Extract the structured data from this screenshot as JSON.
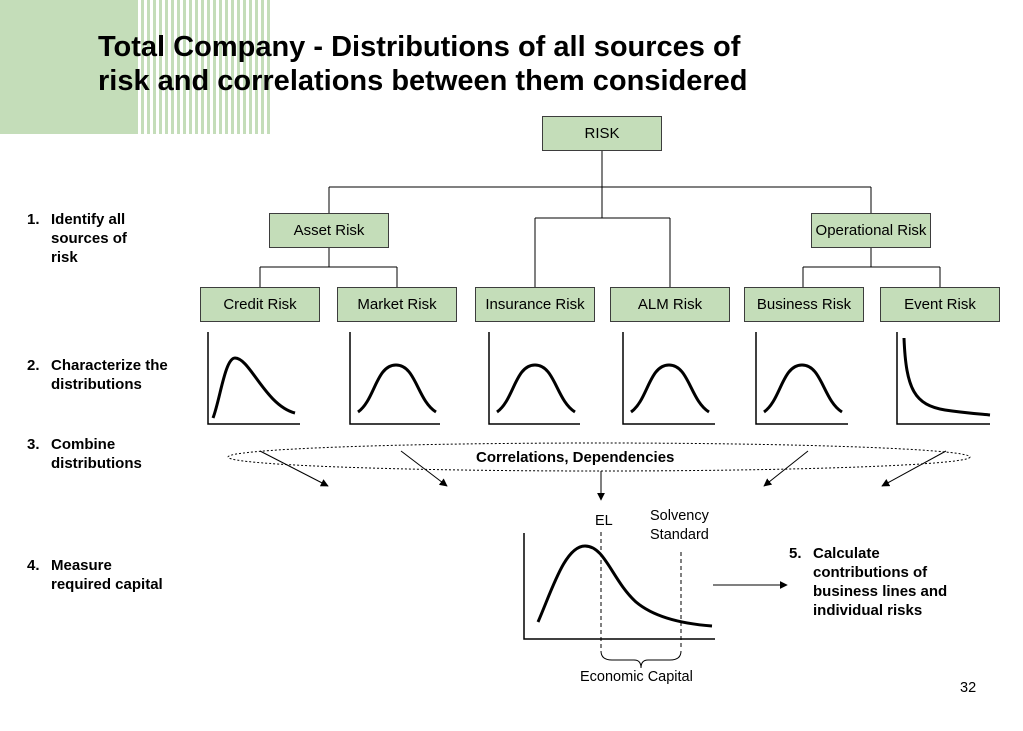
{
  "title": {
    "line1": "Total Company - Distributions of all sources of",
    "line2": "risk and correlations between them considered"
  },
  "tree": {
    "root": "RISK",
    "level1": [
      "Asset Risk",
      "Operational Risk"
    ],
    "level2": [
      "Credit Risk",
      "Market Risk",
      "Insurance Risk",
      "ALM Risk",
      "Business Risk",
      "Event Risk"
    ]
  },
  "steps": [
    {
      "num": "1.",
      "text": "Identify all\nsources of\nrisk"
    },
    {
      "num": "2.",
      "text": "Characterize the\ndistributions"
    },
    {
      "num": "3.",
      "text": "Combine\ndistributions"
    },
    {
      "num": "4.",
      "text": "Measure\nrequired capital"
    },
    {
      "num": "5.",
      "text": "Calculate\ncontributions of\nbusiness lines and\nindividual risks"
    }
  ],
  "correlations_label": "Correlations, Dependencies",
  "capital_chart": {
    "el_label": "EL",
    "solvency_label": "Solvency\nStandard",
    "economic_capital_label": "Economic Capital"
  },
  "distribution_shapes": [
    "right-skewed",
    "bell",
    "bell",
    "bell",
    "bell",
    "heavy-tail"
  ],
  "page_number": "32",
  "colors": {
    "box_fill": "#c4ddb9",
    "box_border": "#3d3d3d"
  }
}
